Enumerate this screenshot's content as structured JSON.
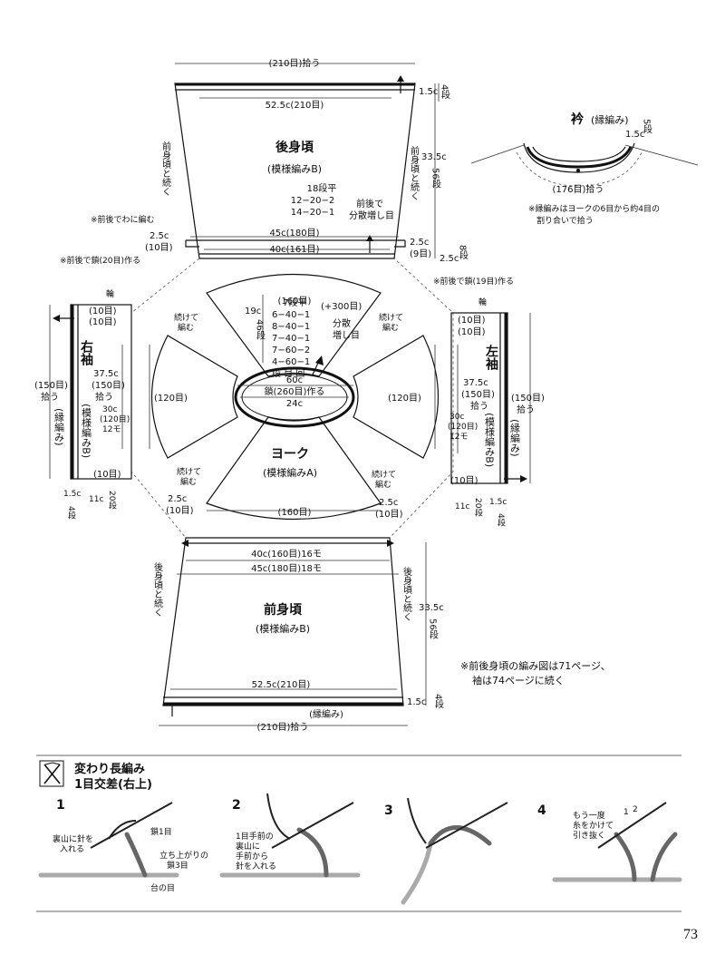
{
  "back": {
    "title": "後身頃",
    "pattern": "(模様編みB)",
    "pickup": "(210目)拾う",
    "width_top": "52.5c(210目)",
    "inc1": "18段平",
    "inc2": "12−20−2",
    "inc3": "14−20−1",
    "inc_note1": "前後で",
    "inc_note2": "分散増し目",
    "w45": "45c(180目)",
    "w40": "40c(161目)",
    "side_l": "前身頃と続く",
    "side_r": "前身頃と続く",
    "h335": "33.5c",
    "h56": "56段",
    "top15": "1.5c",
    "top4": "4段",
    "note_wa": "※前後でわに編む",
    "l25": "2.5c",
    "l10": "(10目)",
    "note_l": "※前後で鎖(20目)作る",
    "r25": "2.5c",
    "r9": "(9目)",
    "r25b": "2.5c",
    "r8": "8段",
    "note_r": "※前後で鎖(19目)作る"
  },
  "collar": {
    "title": "衿",
    "pattern": "(縁編み)",
    "c15": "1.5c",
    "c5": "5段",
    "pickup": "(176目)拾う",
    "note1": "※縁編みはヨークの6目から約4目の",
    "note2": "割り合いで拾う"
  },
  "yoke": {
    "title": "ヨーク",
    "pattern": "(模様編みA)",
    "top": "(160目)",
    "bottom": "(160目)",
    "left": "(120目)",
    "right": "(120目)",
    "c60": "60c",
    "chain": "鎖(260目)作る",
    "c24": "24c",
    "h19": "19c",
    "h46": "46段",
    "plus": "(+300目)",
    "bunsan": "分散増し目",
    "rows": [
      "7段平",
      "6−40−1",
      "8−40−1",
      "7−40−1",
      "7−60−2",
      "4−60−1",
      "段 目 回"
    ],
    "tsuzuke": "続けて編む"
  },
  "right_sleeve": {
    "title": "右袖",
    "pattern": "(模様編みB)",
    "ring": "輪",
    "s10a": "(10目)",
    "s10b": "(10目)",
    "s10c": "(10目)",
    "w375": "37.5c",
    "w150": "(150目)",
    "hirou": "拾う",
    "w30": "30c",
    "w120": "(120目)",
    "w12mo": "12モ",
    "pickup": "(150目)",
    "pickup2": "拾う",
    "edge": "(縁編み)",
    "b15": "1.5c",
    "b4": "4段",
    "b11": "11c",
    "b20": "20段"
  },
  "left_sleeve": {
    "title": "左袖",
    "pattern": "(模様編みB)",
    "ring": "輪",
    "s10a": "(10目)",
    "s10b": "(10目)",
    "s10c": "(10目)",
    "w375": "37.5c",
    "w150": "(150目)",
    "hirou": "拾う",
    "w30": "30c",
    "w120": "(120目)",
    "w12mo": "12モ",
    "pickup": "(150目)",
    "pickup2": "拾う",
    "edge": "(縁編み)",
    "b15": "1.5c",
    "b4": "4段",
    "b11": "11c",
    "b20": "20段"
  },
  "front": {
    "title": "前身頃",
    "pattern": "(模様編みB)",
    "w40": "40c(160目)16モ",
    "w45": "45c(180目)18モ",
    "side_l": "後身頃と続く",
    "side_r": "後身頃と続く",
    "h335": "33.5c",
    "h56": "56段",
    "w_bottom": "52.5c(210目)",
    "edge": "(縁編み)",
    "pickup": "(210目)拾う",
    "b15": "1.5c",
    "b4": "4段",
    "l25": "2.5c",
    "l10": "(10目)",
    "r25": "2.5c",
    "r10": "(10目)",
    "note1": "※前後身頃の編み図は71ページ、",
    "note2": "袖は74ページに続く"
  },
  "stitch": {
    "title": "変わり長編み",
    "subtitle": "1目交差(右上)",
    "steps": [
      "1",
      "2",
      "3",
      "4"
    ],
    "s1a": "裏山に針を",
    "s1b": "入れる",
    "s1c": "鎖1目",
    "s1d": "立ち上がりの",
    "s1e": "鎖3目",
    "s1f": "台の目",
    "s2a": "1目手前の",
    "s2b": "裏山に",
    "s2c": "手前から",
    "s2d": "針を入れる",
    "s4a": "もう一度",
    "s4b": "糸をかけて",
    "s4c": "引き抜く",
    "n1": "1",
    "n2": "2"
  },
  "page_number": "73"
}
